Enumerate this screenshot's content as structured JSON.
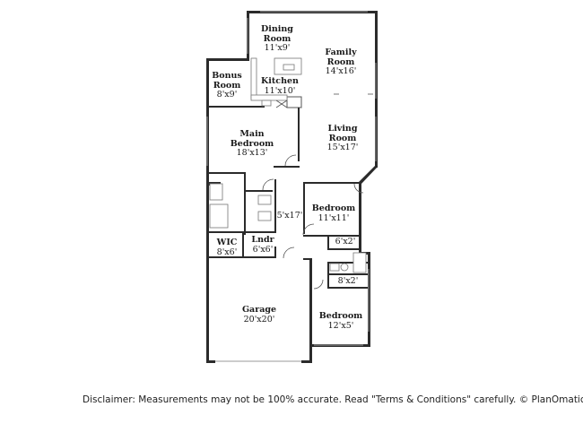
{
  "rooms": {
    "dining": {
      "name": "Dining\nRoom",
      "name1": "Dining",
      "name2": "Room",
      "dims": "11'x9'"
    },
    "family": {
      "name1": "Family",
      "name2": "Room",
      "dims": "14'x16'"
    },
    "kitchen": {
      "name1": "Kitchen",
      "dims": "11'x10'"
    },
    "bonus": {
      "name1": "Bonus",
      "name2": "Room",
      "dims": "8'x9'"
    },
    "main_bedroom": {
      "name1": "Main",
      "name2": "Bedroom",
      "dims": "18'x13'"
    },
    "living": {
      "name1": "Living",
      "name2": "Room",
      "dims": "15'x17'"
    },
    "bedroom_2": {
      "name1": "Bedroom",
      "dims": "11'x11'"
    },
    "hall": {
      "dims": "5'x17'"
    },
    "closet_a": {
      "dims": "6'x2'"
    },
    "wic": {
      "name1": "WIC",
      "dims": "8'x6'"
    },
    "laundry": {
      "name1": "Lndr",
      "dims": "6'x6'"
    },
    "closet_b": {
      "dims": "8'x2'"
    },
    "garage": {
      "name1": "Garage",
      "dims": "20'x20'"
    },
    "bedroom_3": {
      "name1": "Bedroom",
      "dims": "12'x5'"
    }
  },
  "disclaimer": "Disclaimer: Measurements may not be 100% accurate. Read \"Terms & Conditions\" carefully. © PlanOmatic",
  "colors": {
    "wall": "#2b2b2b",
    "background": "#ffffff"
  }
}
